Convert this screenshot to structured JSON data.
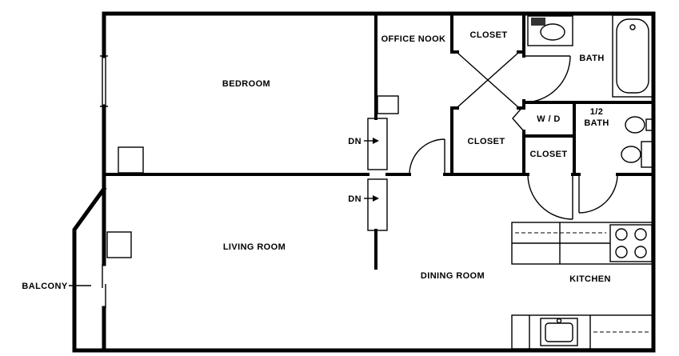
{
  "floorplan": {
    "labels": {
      "bedroom": "BEDROOM",
      "office_nook": "OFFICE NOOK",
      "closet_top": "CLOSET",
      "bath": "BATH",
      "washer_dryer": "W / D",
      "half_bath_line1": "1/2",
      "half_bath_line2": "BATH",
      "closet_mid": "CLOSET",
      "closet_low": "CLOSET",
      "living_room": "LIVING ROOM",
      "dining_room": "DINING ROOM",
      "kitchen": "KITCHEN",
      "balcony": "BALCONY",
      "down_upper": "DN",
      "down_lower": "DN"
    },
    "colors": {
      "wall": "#000000",
      "background": "#ffffff"
    }
  }
}
